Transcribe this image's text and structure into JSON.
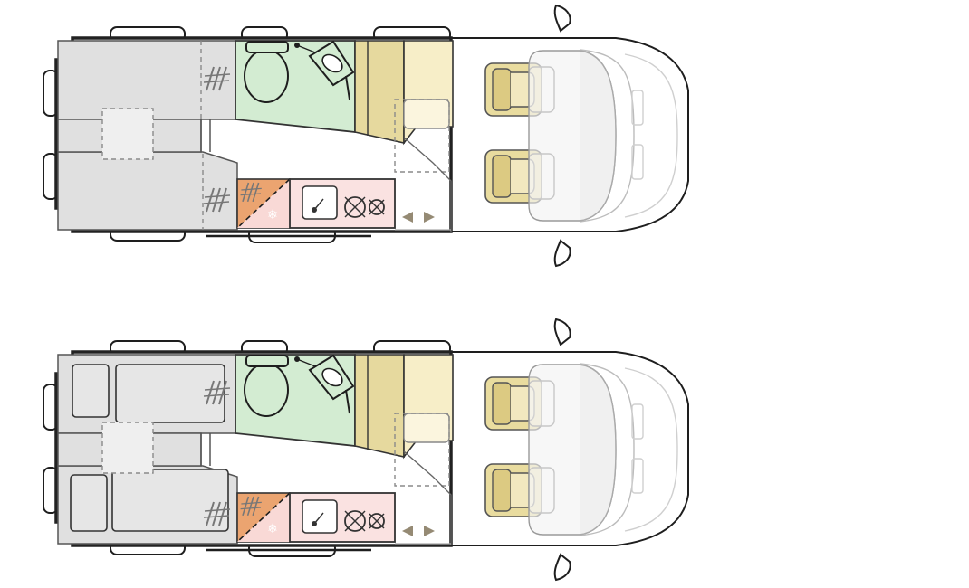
{
  "colors": {
    "background": "#ffffff",
    "outline": "#1e1e1e",
    "wall": "#222222",
    "beds": "#e0e0e0",
    "bathroom": "#d3ecd2",
    "wardrobe": "#e6d99e",
    "dinette_bench": "#f7eec8",
    "cab_seats": "#e9dc9f",
    "fridge": "#f9d9d6",
    "oven": "#eba470",
    "kitchen": "#fae2e1",
    "windscreen": "#ececec",
    "glass": "#f3f3f3",
    "dashed": "#8a8a8a",
    "arrows": "#958a74"
  },
  "layouts": [
    {
      "name": "layout-top",
      "variant": "twin-beds"
    },
    {
      "name": "layout-bottom",
      "variant": "twin-beds-with-mattresses"
    }
  ],
  "icons": {
    "door_arrows": "triangle-left-right-icon",
    "fridge": "snowflake-icon",
    "sink": "sink-icon",
    "hob": "burner-icon",
    "toilet": "toilet-icon",
    "basin": "washbasin-icon",
    "mirror": "side-mirror-icon",
    "seat": "swivel-seat-icon"
  }
}
